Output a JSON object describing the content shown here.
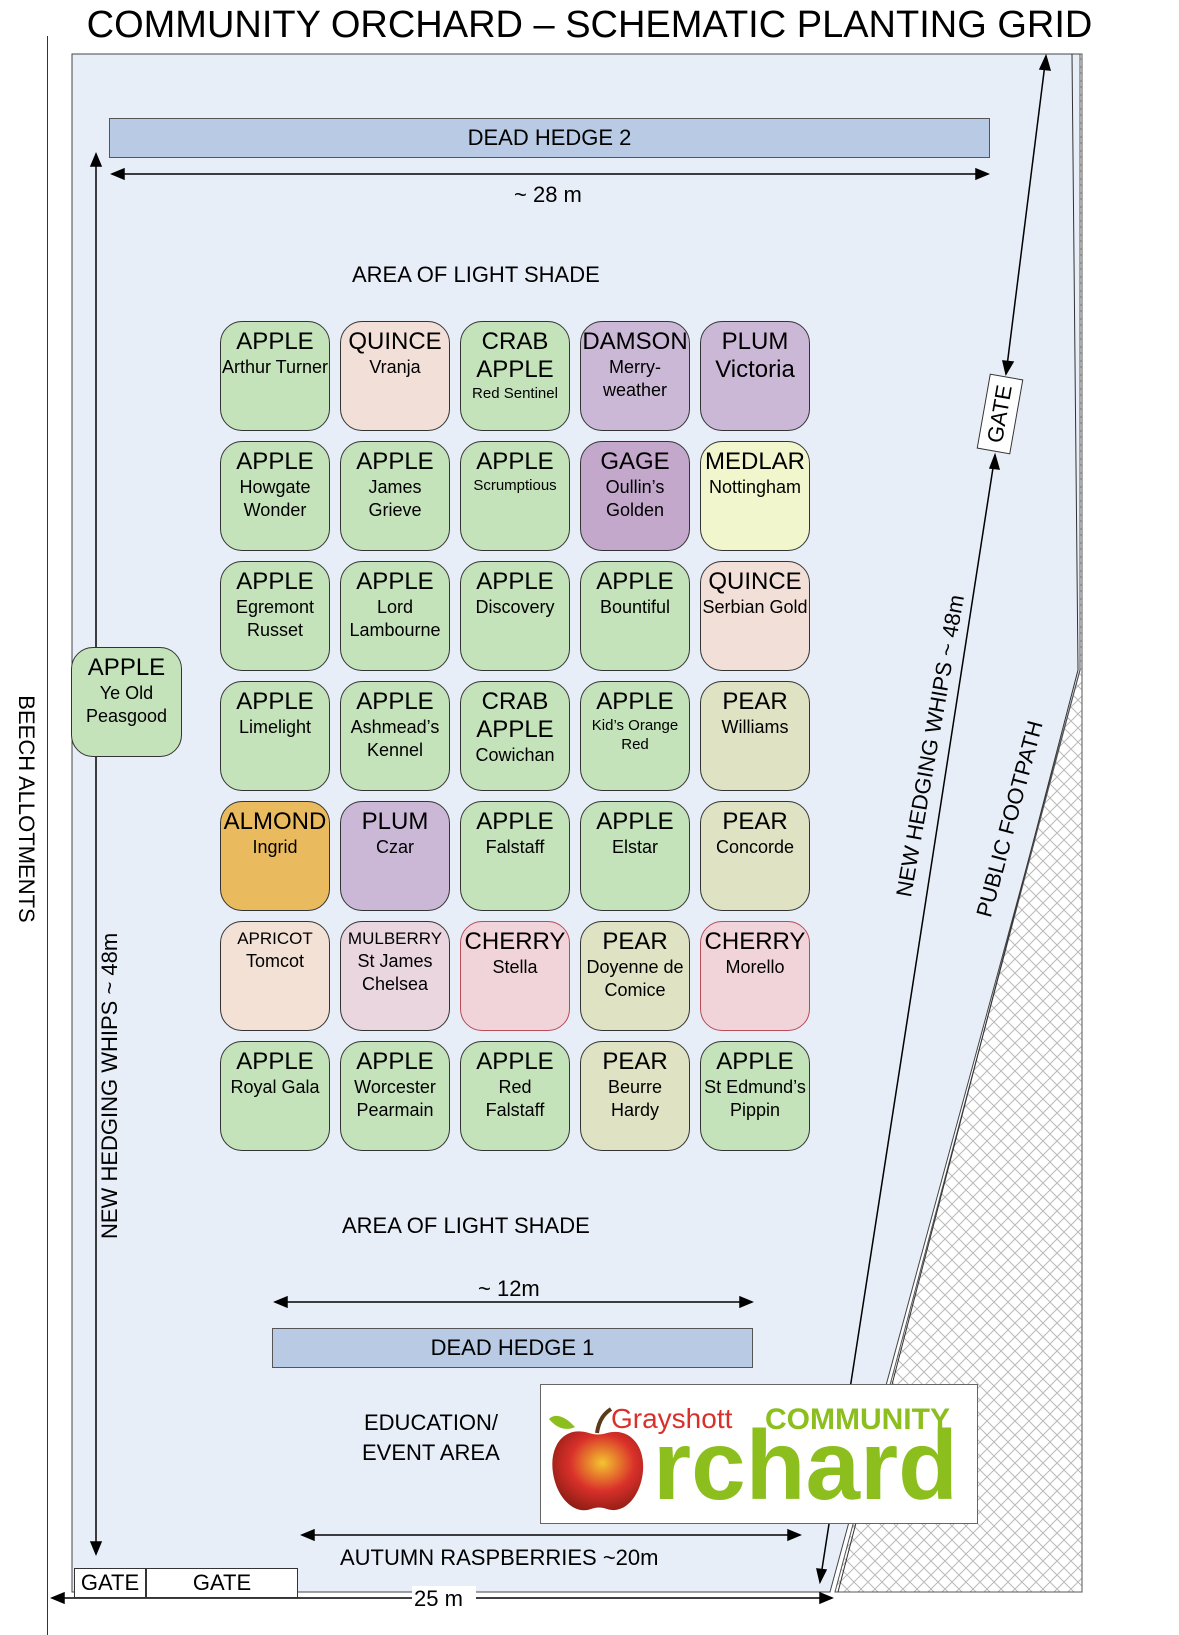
{
  "title": "COMMUNITY ORCHARD – SCHEMATIC PLANTING GRID",
  "labels": {
    "dead_hedge_2": "DEAD HEDGE 2",
    "dead_hedge_1": "DEAD HEDGE 1",
    "width_top": "~ 28 m",
    "width_mid": "~ 12m",
    "width_bottom": "25 m",
    "shade_top": "AREA OF LIGHT SHADE",
    "shade_bottom": "AREA OF LIGHT SHADE",
    "beech": "BEECH ALLOTMENTS",
    "hedging_left": "NEW HEDGING WHIPS ~ 48m",
    "hedging_right": "NEW HEDGING WHIPS ~ 48m",
    "footpath": "PUBLIC FOOTPATH",
    "education_1": "EDUCATION/",
    "education_2": "EVENT AREA",
    "raspberries": "AUTUMN RASPBERRIES ~20m",
    "gate_right": "GATE",
    "gate_bottom_1": "GATE",
    "gate_bottom_2": "GATE"
  },
  "logo": {
    "word1": "Grayshott",
    "word2": "COMMUNITY",
    "word3": "rchard"
  },
  "colors": {
    "field": "#e7eef8",
    "hedge": "#b9cbe4",
    "apple": "#c5e3bb",
    "quince": "#f2dfd8",
    "plum": "#cbb8d6",
    "gage": "#c3a8cc",
    "medlar": "#f2f6cc",
    "pear": "#dfe2c3",
    "almond": "#e9ba5e",
    "apricot": "#f2e1d4",
    "mulberry": "#ead6de",
    "cherry": "#f1d4da",
    "logo_green": "#8cbf1e",
    "logo_red": "#d9302a"
  },
  "trees": [
    [
      {
        "species": "APPLE",
        "variety": "Arthur Turner",
        "color": "apple"
      },
      {
        "species": "QUINCE",
        "variety": "Vranja",
        "color": "quince"
      },
      {
        "species": "CRAB\nAPPLE",
        "variety": "Red Sentinel",
        "color": "apple",
        "vsize": "small"
      },
      {
        "species": "DAMSON",
        "variety": "Merry-\nweather",
        "color": "plum"
      },
      {
        "species": "PLUM",
        "variety": "Victoria",
        "color": "plum",
        "vsize": "big"
      }
    ],
    [
      {
        "species": "APPLE",
        "variety": "Howgate\nWonder",
        "color": "apple"
      },
      {
        "species": "APPLE",
        "variety": "James\nGrieve",
        "color": "apple"
      },
      {
        "species": "APPLE",
        "variety": "Scrumptious",
        "color": "apple",
        "vsize": "small"
      },
      {
        "species": "GAGE",
        "variety": "Oullin’s\nGolden",
        "color": "gage"
      },
      {
        "species": "MEDLAR",
        "variety": "Nottingham",
        "color": "medlar"
      }
    ],
    [
      {
        "species": "APPLE",
        "variety": "Egremont\nRusset",
        "color": "apple"
      },
      {
        "species": "APPLE",
        "variety": "Lord\nLambourne",
        "color": "apple"
      },
      {
        "species": "APPLE",
        "variety": "Discovery",
        "color": "apple"
      },
      {
        "species": "APPLE",
        "variety": "Bountiful",
        "color": "apple"
      },
      {
        "species": "QUINCE",
        "variety": "Serbian Gold",
        "color": "quince"
      }
    ],
    [
      {
        "species": "APPLE",
        "variety": "Limelight",
        "color": "apple"
      },
      {
        "species": "APPLE",
        "variety": "Ashmead’s\nKennel",
        "color": "apple"
      },
      {
        "species": "CRAB\nAPPLE",
        "variety": "Cowichan",
        "color": "apple"
      },
      {
        "species": "APPLE",
        "variety": "Kid’s Orange\nRed",
        "color": "apple",
        "vsize": "small"
      },
      {
        "species": "PEAR",
        "variety": "Williams",
        "color": "pear"
      }
    ],
    [
      {
        "species": "ALMOND",
        "variety": "Ingrid",
        "color": "almond"
      },
      {
        "species": "PLUM",
        "variety": "Czar",
        "color": "plum"
      },
      {
        "species": "APPLE",
        "variety": "Falstaff",
        "color": "apple"
      },
      {
        "species": "APPLE",
        "variety": "Elstar",
        "color": "apple"
      },
      {
        "species": "PEAR",
        "variety": "Concorde",
        "color": "pear"
      }
    ],
    [
      {
        "species": "APRICOT",
        "variety": "Tomcot",
        "color": "apricot",
        "ssize": "small"
      },
      {
        "species": "MULBERRY",
        "variety": "St James\nChelsea",
        "color": "mulberry",
        "ssize": "small"
      },
      {
        "species": "CHERRY",
        "variety": "Stella",
        "color": "cherry"
      },
      {
        "species": "PEAR",
        "variety": "Doyenne de\nComice",
        "color": "pear"
      },
      {
        "species": "CHERRY",
        "variety": "Morello",
        "color": "cherry"
      }
    ],
    [
      {
        "species": "APPLE",
        "variety": "Royal Gala",
        "color": "apple"
      },
      {
        "species": "APPLE",
        "variety": "Worcester\nPearmain",
        "color": "apple"
      },
      {
        "species": "APPLE",
        "variety": "Red\nFalstaff",
        "color": "apple"
      },
      {
        "species": "PEAR",
        "variety": "Beurre\nHardy",
        "color": "pear"
      },
      {
        "species": "APPLE",
        "variety": "St Edmund’s\nPippin",
        "color": "apple"
      }
    ]
  ],
  "extra_tree": {
    "species": "APPLE",
    "variety": "Ye Old\nPeasgood",
    "color": "apple"
  }
}
